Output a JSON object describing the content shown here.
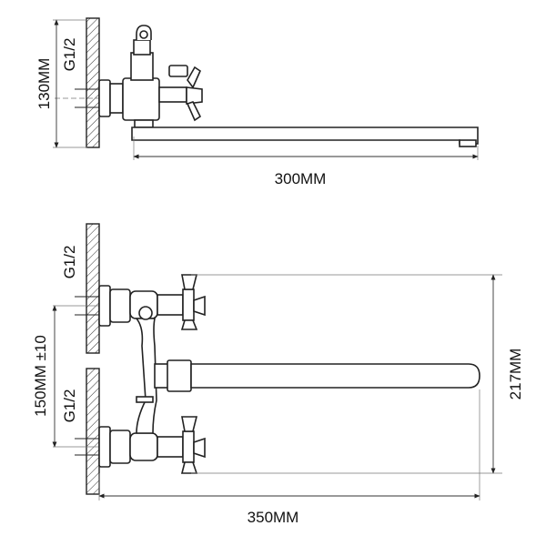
{
  "dimensions": {
    "side_height": "130MM",
    "side_thread": "G1/2",
    "side_spout_length": "300MM",
    "front_thread_top": "G1/2",
    "front_thread_bottom": "G1/2",
    "front_center_distance": "150MM ±10",
    "front_height": "217MM",
    "front_spout_length": "350MM"
  }
}
